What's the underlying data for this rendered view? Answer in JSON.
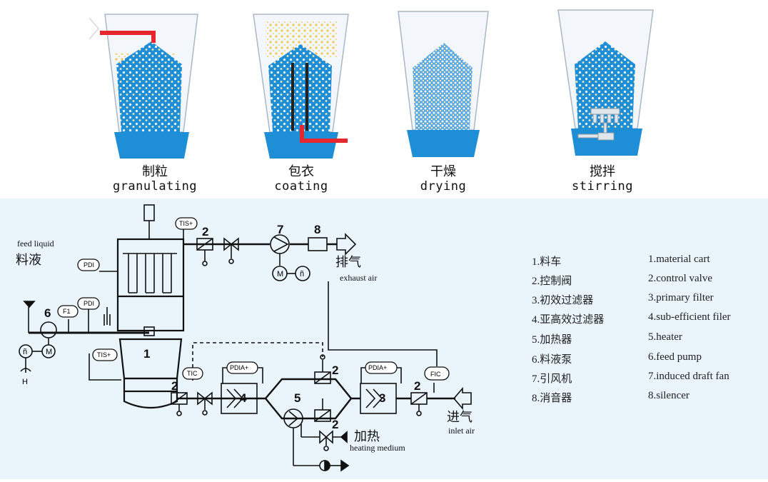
{
  "stages": [
    {
      "cn": "制粒",
      "en": "granulating"
    },
    {
      "cn": "包衣",
      "en": "coating"
    },
    {
      "cn": "干燥",
      "en": "drying"
    },
    {
      "cn": "搅拌",
      "en": "stirring"
    }
  ],
  "diagram": {
    "feed_liquid_en": "feed liquid",
    "feed_liquid_cn": "料液",
    "exhaust_cn": "排气",
    "exhaust_en": "exhaust air",
    "inlet_cn": "进气",
    "inlet_en": "inlet air",
    "heating_cn": "加热",
    "heating_en": "heating medium",
    "instruments": {
      "tis_top": "TIS+",
      "pdi_upper": "PDI",
      "pdi_lower": "PDI",
      "f1": "F1",
      "tis_mid": "TIS+",
      "tic": "TIC",
      "pdia_left": "PDIA+",
      "pdia_right": "PDIA+",
      "fic": "FIC"
    },
    "motor_m": "M",
    "speed_n": "ñ",
    "hand_h": "H",
    "numbers": {
      "n1": "1",
      "n2a": "2",
      "n2b": "2",
      "n2c": "2",
      "n2d": "2",
      "n2e": "2",
      "n3": "3",
      "n4": "4",
      "n5": "5",
      "n6": "6",
      "n7": "7",
      "n8": "8"
    }
  },
  "legend": {
    "cn": [
      "1.料车",
      "2.控制阀",
      "3.初效过滤器",
      "4.亚高效过滤器",
      "5.加热器",
      "6.料液泵",
      "7.引风机",
      "8.消音器"
    ],
    "en": [
      "1.material cart",
      "2.control valve",
      "3.primary filter",
      "4.sub-efficient filer",
      "5.heater",
      "6.feed pump",
      "7.induced draft fan",
      "8.silencer"
    ]
  },
  "colors": {
    "vessel_blue": "#1e8fd6",
    "pipe_red": "#e8262d",
    "particle_yellow": "#f4d27a",
    "panel_bg": "#eaf4fb"
  }
}
